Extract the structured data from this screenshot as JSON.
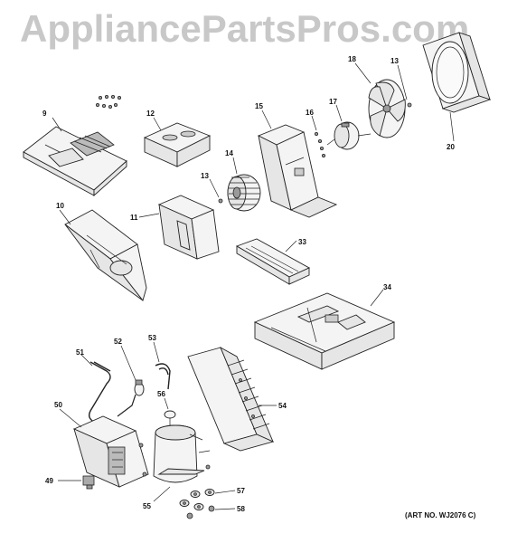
{
  "watermark": "AppliancePartsPros.com",
  "art_number": "(ART NO. WJ2076 C)",
  "callouts": {
    "p9": "9",
    "p10": "10",
    "p11": "11",
    "p12": "12",
    "p13a": "13",
    "p13b": "13",
    "p14": "14",
    "p15": "15",
    "p16": "16",
    "p17": "17",
    "p18": "18",
    "p20": "20",
    "p33": "33",
    "p34": "34",
    "p49": "49",
    "p50": "50",
    "p51": "51",
    "p52": "52",
    "p53": "53",
    "p54": "54",
    "p55": "55",
    "p56": "56",
    "p57": "57",
    "p58": "58"
  }
}
